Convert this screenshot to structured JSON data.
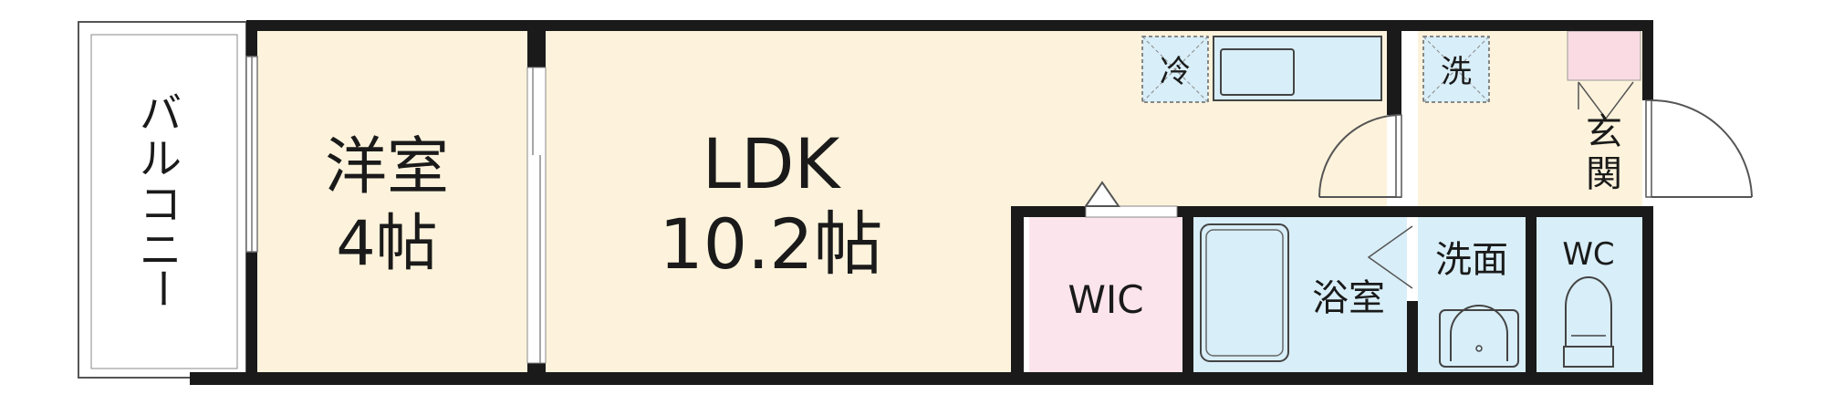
{
  "rooms": {
    "balcony": {
      "label": "バルコニー",
      "chars": [
        "バ",
        "ル",
        "コ",
        "ニ",
        "ー"
      ]
    },
    "western_room": {
      "label_line1": "洋室",
      "label_line2": "4帖"
    },
    "ldk": {
      "label_line1": "LDK",
      "label_line2": "10.2帖"
    },
    "wic": {
      "label": "WIC"
    },
    "bathroom": {
      "label": "浴室"
    },
    "washroom": {
      "label": "洗面"
    },
    "wc": {
      "label": "WC"
    },
    "entrance": {
      "label": "玄関",
      "chars": [
        "玄",
        "関"
      ]
    }
  },
  "fixtures": {
    "fridge_space": {
      "label": "冷"
    },
    "washer_space": {
      "label": "洗"
    }
  },
  "colors": {
    "wall": "#1a1a1a",
    "western_floor": "#fdf3dc",
    "ldk_floor": "#fdf3dc",
    "wic_floor": "#fce4ec",
    "wet_area": "#d8eef8",
    "entrance_box": "#fadbe3",
    "balcony_floor": "#ffffff"
  }
}
